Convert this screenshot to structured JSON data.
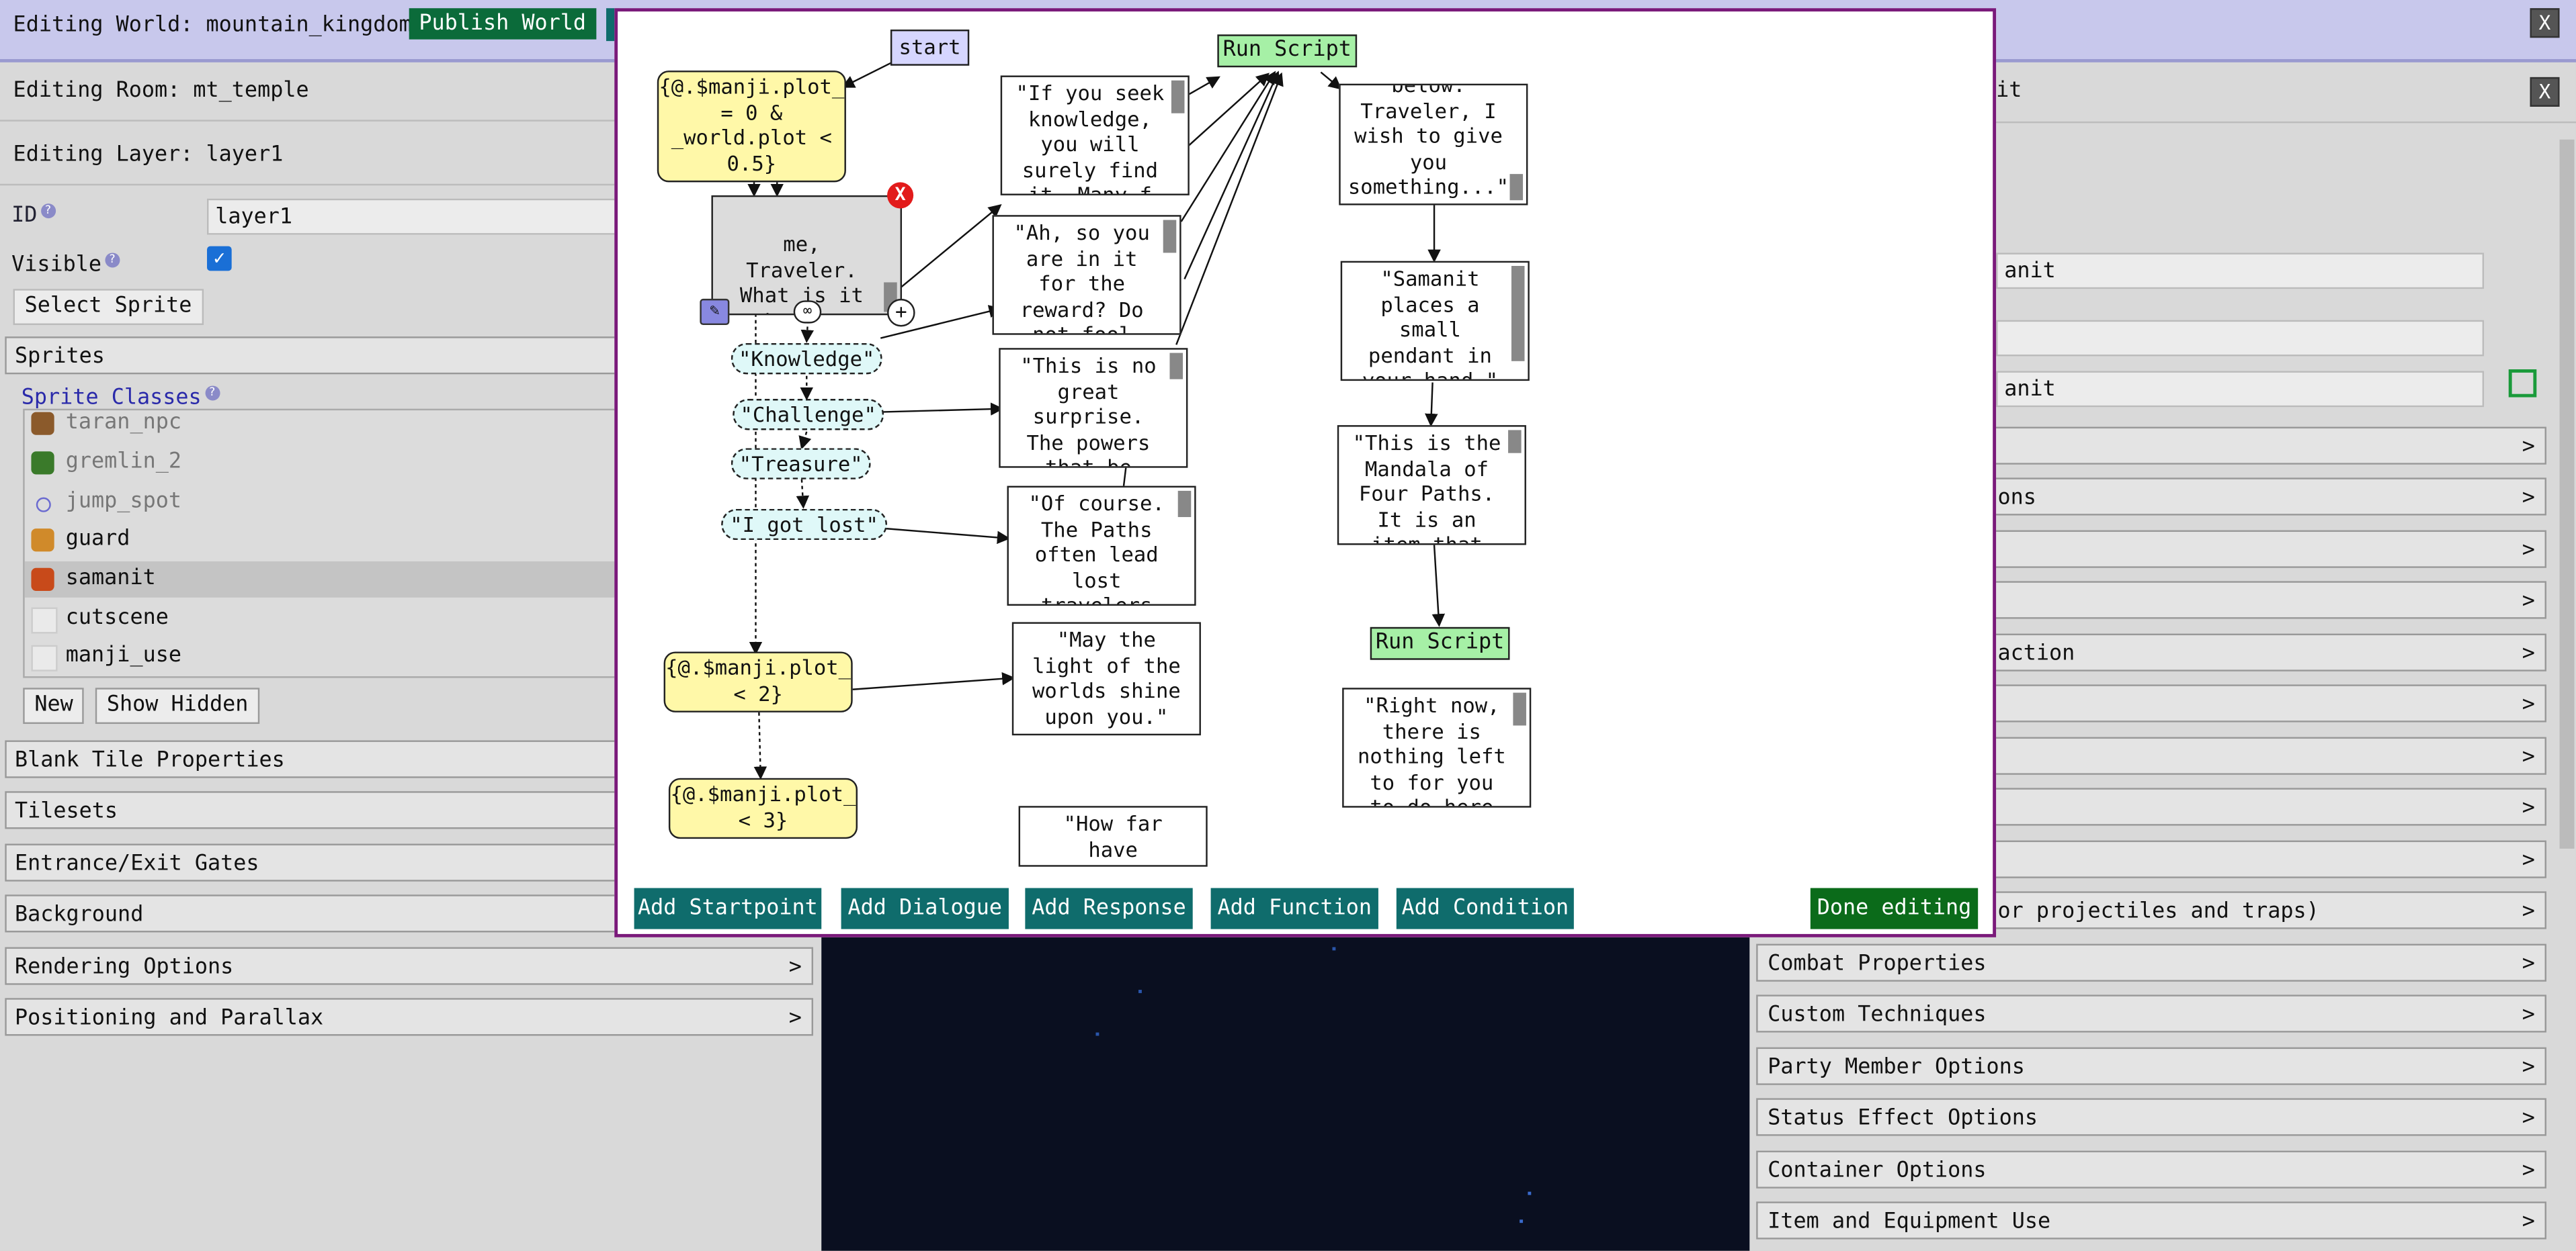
{
  "topbar": {
    "editing_world": "Editing World: mountain_kingdom",
    "publish_label": "Publish World",
    "close": "X"
  },
  "left": {
    "room_label": "Editing Room: mt_temple",
    "layer_label": "Editing Layer: layer1",
    "id_label": "ID",
    "id_value": "layer1",
    "visible_label": "Visible",
    "visible_check": "✓",
    "select_sprite": "Select Sprite",
    "sprites_header": "Sprites",
    "sprite_classes_label": "Sprite Classes",
    "sprites": [
      {
        "name": "taran_npc",
        "color": "#777777"
      },
      {
        "name": "gremlin_2",
        "color": "#777777"
      },
      {
        "name": "jump_spot",
        "color": "#777777"
      },
      {
        "name": "guard",
        "color": "#111111"
      },
      {
        "name": "samanit",
        "color": "#111111"
      },
      {
        "name": "cutscene",
        "color": "#111111"
      },
      {
        "name": "manji_use",
        "color": "#111111"
      }
    ],
    "new_label": "New",
    "show_hidden_label": "Show Hidden",
    "sections": [
      "Blank Tile Properties",
      "Tilesets",
      "Entrance/Exit Gates",
      "Background",
      "Rendering Options",
      "Positioning and Parallax"
    ],
    "chevron": ">"
  },
  "right": {
    "close": "X",
    "header_fragment": "it",
    "input1_fragment": "anit",
    "input3_fragment": "anit",
    "partial_sections": [
      "ons",
      "action",
      "or projectiles and traps)"
    ],
    "sections": [
      "Combat Properties",
      "Custom Techniques",
      "Party Member Options",
      "Status Effect Options",
      "Container Options",
      "Item and Equipment Use"
    ]
  },
  "modal": {
    "start": "start",
    "run_script_1": "Run Script",
    "run_script_2": "Run Script",
    "cond1": "{@.$manji.plot_\n= 0 &\n_world.plot <\n0.5}",
    "cond2": "{@.$manji.plot_\n< 2}",
    "cond3": "{@.$manji.plot_\n< 3}",
    "selected_dialogue": "me,\nTraveler.\nWhat is it\nthat you\nseek?\"",
    "delete_icon_text": "X",
    "plus_icon_text": "+",
    "responses": [
      "\"Knowledge\"",
      "\"Challenge\"",
      "\"Treasure\"",
      "\"I got lost\""
    ],
    "replies": [
      "\"If you seek\nknowledge,\nyou will\nsurely find\nit. Many f",
      "\"Ah, so you\nare in it\nfor the\nreward? Do\nnot fool",
      "\"This is no\ngreat\nsurprise.\nThe powers\nthat be",
      "\"Of course.\nThe Paths\noften lead\nlost\ntravelers",
      "\"May the\nlight of the\nworlds shine\nupon you.\"",
      "\"How far\nhave"
    ],
    "chain": [
      "below.\nTraveler, I\nwish to give\nyou\nsomething...\"",
      "\"Samanit\nplaces a\nsmall\npendant in\nyour hand.\"",
      "\"This is the\nMandala of\nFour Paths.\nIt is an\nitem that",
      "\"Right now,\nthere is\nnothing left\nto for you\nto do here"
    ],
    "buttons": [
      "Add Startpoint",
      "Add Dialogue",
      "Add Response",
      "Add Function",
      "Add Condition"
    ],
    "done": "Done editing"
  }
}
